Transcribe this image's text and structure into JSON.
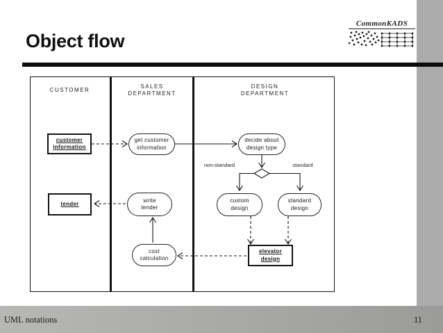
{
  "slide": {
    "title": "Object flow",
    "logo_text": "CommonKADS",
    "footer_left": "UML notations",
    "page_number": "11"
  },
  "colors": {
    "accent_bar_gray": "#ababab",
    "footer_gray_left": "#b7b7b5",
    "footer_gray_right": "#9b9b99",
    "line": "#111111",
    "background": "#ffffff"
  },
  "diagram": {
    "lane_headers": [
      "CUSTOMER",
      "SALES\nDEPARTMENT",
      "DESIGN\nDEPARTMENT"
    ],
    "nodes": {
      "customer_information": {
        "label": "customer\ninformation",
        "kind": "object",
        "lane": "CUSTOMER"
      },
      "get_customer_information": {
        "label": "get customer\ninformation",
        "kind": "activity",
        "lane": "SALES DEPARTMENT"
      },
      "decide_about_design_type": {
        "label": "decide about\ndesign type",
        "kind": "activity",
        "lane": "DESIGN DEPARTMENT"
      },
      "tender": {
        "label": "tender",
        "kind": "object",
        "lane": "CUSTOMER"
      },
      "write_tender": {
        "label": "write\ntender",
        "kind": "activity",
        "lane": "SALES DEPARTMENT"
      },
      "custom_design": {
        "label": "custom\ndesign",
        "kind": "activity",
        "lane": "DESIGN DEPARTMENT"
      },
      "standard_design": {
        "label": "standard\ndesign",
        "kind": "activity",
        "lane": "DESIGN DEPARTMENT"
      },
      "cost_calculation": {
        "label": "cost\ncalculation",
        "kind": "activity",
        "lane": "SALES DEPARTMENT"
      },
      "elevator_design": {
        "label": "elevator\ndesign",
        "kind": "object",
        "lane": "DESIGN DEPARTMENT"
      }
    },
    "decision_labels": {
      "non_standard": "non-standard",
      "standard": "standard"
    }
  }
}
